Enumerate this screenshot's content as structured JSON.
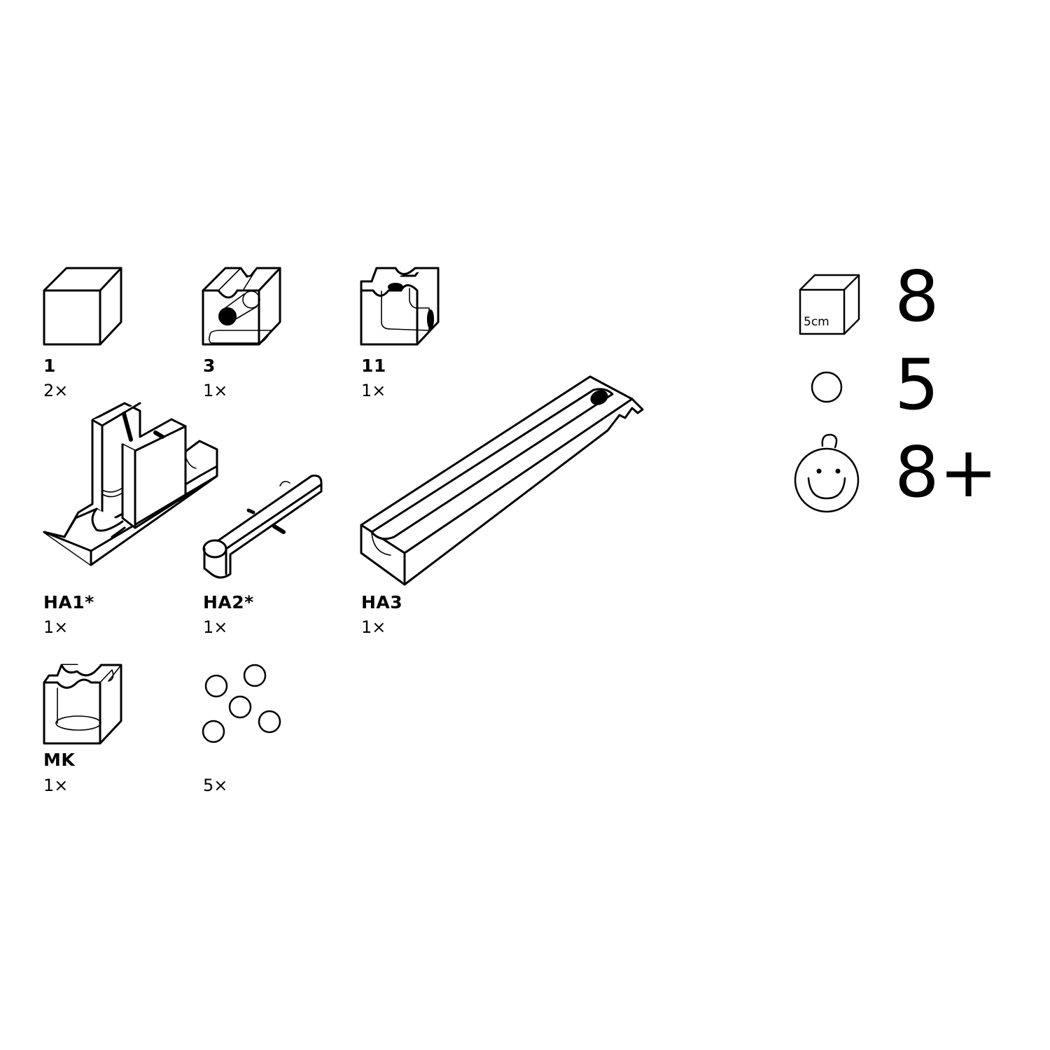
{
  "parts": [
    {
      "code": "1",
      "qty": "2×",
      "icon": "plain-cube-icon"
    },
    {
      "code": "3",
      "qty": "1×",
      "icon": "cube-diagonal-tube-icon"
    },
    {
      "code": "11",
      "qty": "1×",
      "icon": "cube-curve-tunnel-icon"
    },
    {
      "code": "HA1*",
      "qty": "1×",
      "icon": "ramp-tower-icon"
    },
    {
      "code": "HA2*",
      "qty": "1×",
      "icon": "lever-arm-icon"
    },
    {
      "code": "HA3",
      "qty": "1×",
      "icon": "long-channel-rail-icon"
    },
    {
      "code": "MK",
      "qty": "1×",
      "icon": "cube-vertical-shaft-icon"
    },
    {
      "code": "",
      "qty": "5×",
      "icon": "marbles-icon"
    }
  ],
  "summary": {
    "cubes": {
      "label": "5cm",
      "value": "8",
      "icon": "cube-5cm-icon"
    },
    "marbles": {
      "value": "5",
      "icon": "marble-icon"
    },
    "age": {
      "value": "8+",
      "icon": "child-face-icon"
    }
  }
}
